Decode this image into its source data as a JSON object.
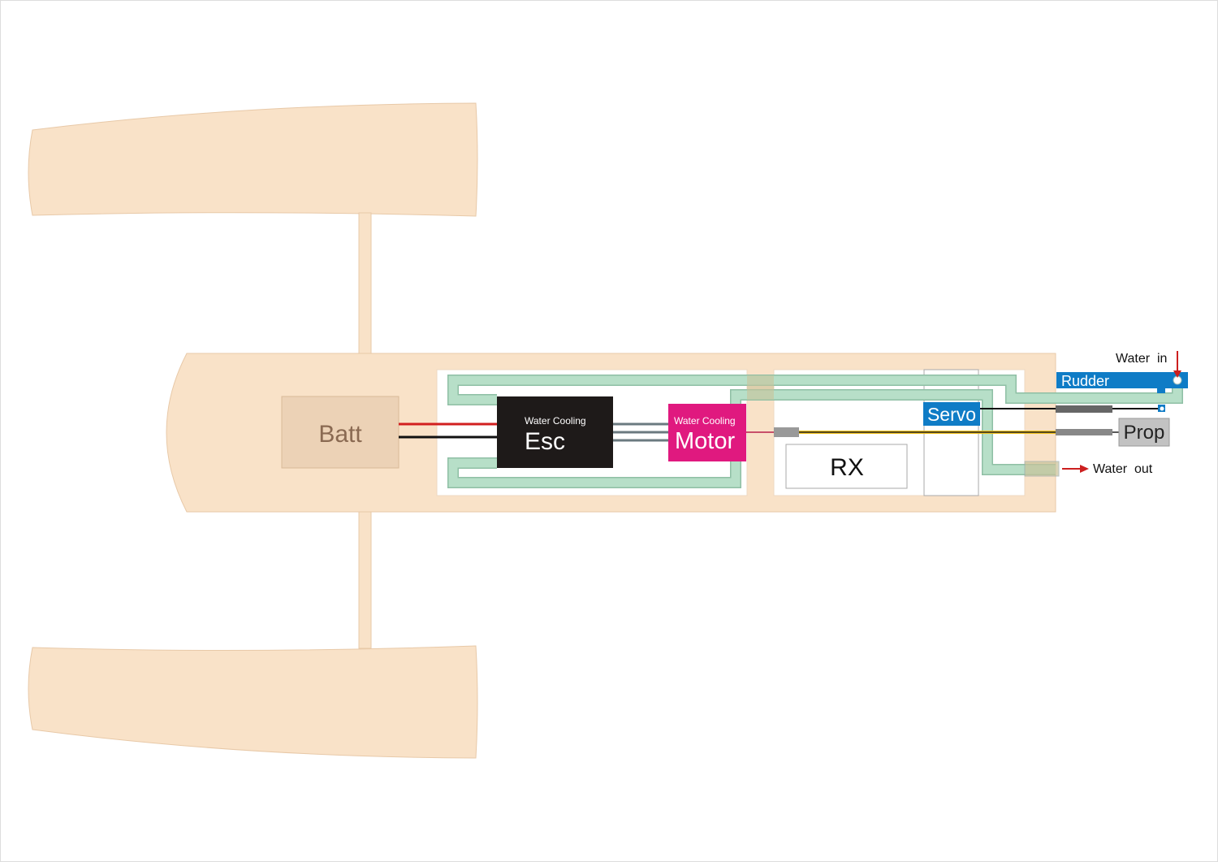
{
  "labels": {
    "batt": "Batt",
    "esc_sub": "Water Cooling",
    "esc": "Esc",
    "motor_sub": "Water Cooling",
    "motor": "Motor",
    "rx": "RX",
    "servo": "Servo",
    "rudder": "Rudder",
    "prop": "Prop",
    "water_in": "Water  in",
    "water_out": "Water  out"
  },
  "colors": {
    "hull": "#f9e2c8",
    "battery": "#ecd2b6",
    "esc": "#1e1a19",
    "motor": "#e0197f",
    "blue": "#0f7cc6",
    "cooling": "#b7dfc8",
    "prop": "#c2c2c2",
    "arrow": "#cc1f1f"
  }
}
